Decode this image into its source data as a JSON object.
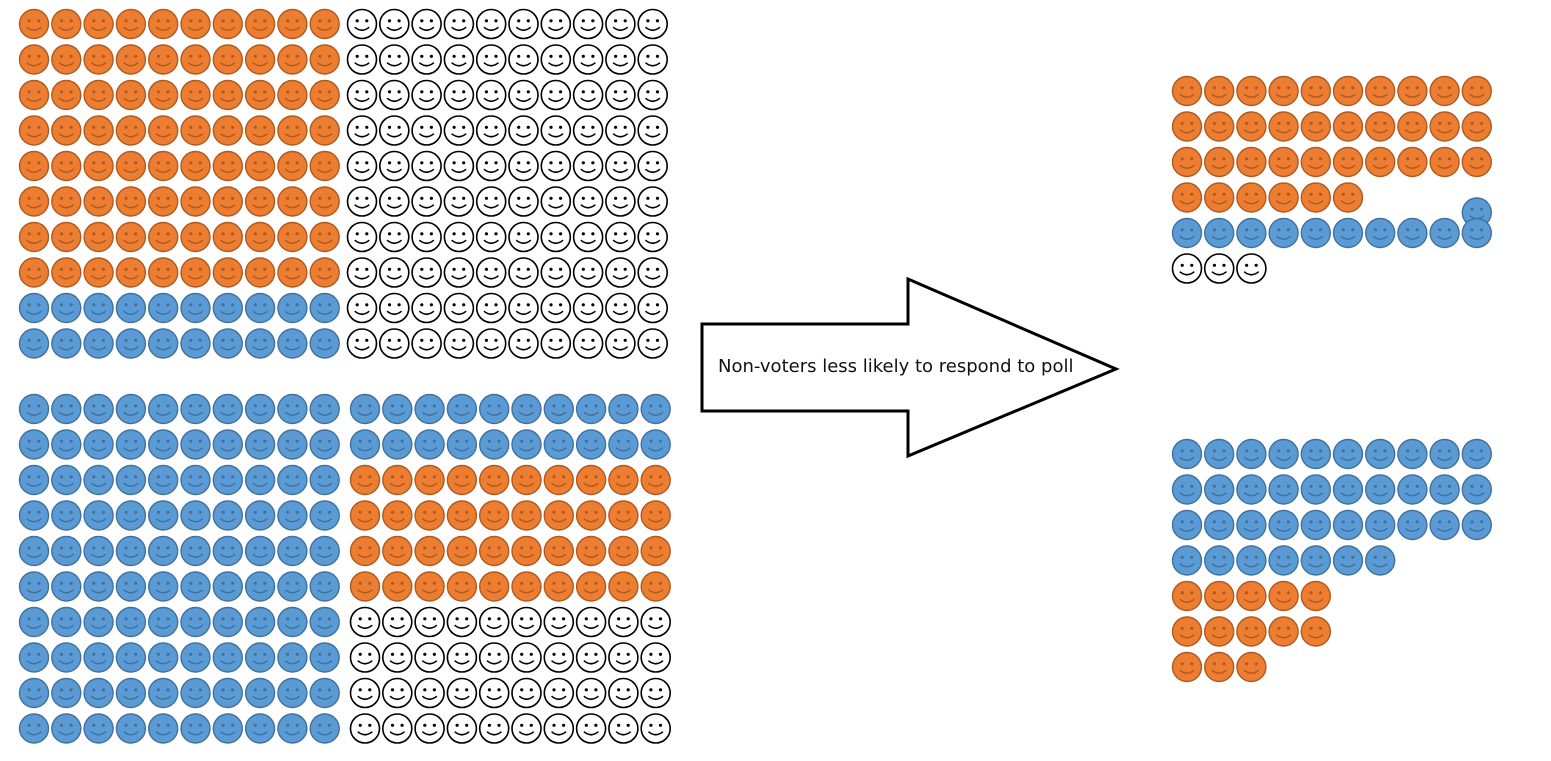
{
  "colors": {
    "orange": "#ED7D31",
    "orange_stroke": "#AE5A21",
    "blue": "#5B9BD5",
    "blue_stroke": "#41719C",
    "white": "#FFFFFF",
    "white_stroke": "#000000"
  },
  "arrow": {
    "label": "Non-voters less likely to respond to poll"
  },
  "groups": [
    {
      "name": "population-top",
      "rows": [
        {
          "counts": {
            "orange": 10,
            "white": 10
          }
        },
        {
          "counts": {
            "orange": 10,
            "white": 10
          }
        },
        {
          "counts": {
            "orange": 10,
            "white": 10
          }
        },
        {
          "counts": {
            "orange": 10,
            "white": 10
          }
        },
        {
          "counts": {
            "orange": 10,
            "white": 10
          }
        },
        {
          "counts": {
            "orange": 10,
            "white": 10
          }
        },
        {
          "counts": {
            "orange": 10,
            "white": 10
          }
        },
        {
          "counts": {
            "orange": 10,
            "white": 10
          }
        },
        {
          "counts": {
            "blue": 10,
            "white": 10
          }
        },
        {
          "counts": {
            "blue": 10,
            "white": 10
          }
        }
      ]
    },
    {
      "name": "population-bottom",
      "rows": [
        {
          "counts": {
            "blue": 20
          }
        },
        {
          "counts": {
            "blue": 20
          }
        },
        {
          "counts": {
            "blue": 10,
            "orange": 10
          }
        },
        {
          "counts": {
            "blue": 10,
            "orange": 10
          }
        },
        {
          "counts": {
            "blue": 10,
            "orange": 10
          }
        },
        {
          "counts": {
            "blue": 10,
            "orange": 10
          }
        },
        {
          "counts": {
            "blue": 10,
            "white": 10
          }
        },
        {
          "counts": {
            "blue": 10,
            "white": 10
          }
        },
        {
          "counts": {
            "blue": 10,
            "white": 10
          }
        },
        {
          "counts": {
            "blue": 10,
            "white": 10
          }
        }
      ]
    },
    {
      "name": "respondents-top",
      "rows": [
        {
          "counts": {
            "orange": 10
          }
        },
        {
          "counts": {
            "orange": 10
          }
        },
        {
          "counts": {
            "orange": 10
          }
        },
        {
          "counts": {
            "orange": 6,
            "blue": 1
          }
        },
        {
          "counts": {
            "blue": 10
          }
        },
        {
          "counts": {
            "white": 3
          }
        }
      ]
    },
    {
      "name": "respondents-bottom",
      "rows": [
        {
          "counts": {
            "blue": 10
          }
        },
        {
          "counts": {
            "blue": 10
          }
        },
        {
          "counts": {
            "blue": 10
          }
        },
        {
          "counts": {
            "blue": 7
          }
        },
        {
          "counts": {
            "orange": 5
          }
        },
        {
          "counts": {
            "orange": 5
          }
        },
        {
          "counts": {
            "orange": 3
          }
        }
      ]
    }
  ]
}
